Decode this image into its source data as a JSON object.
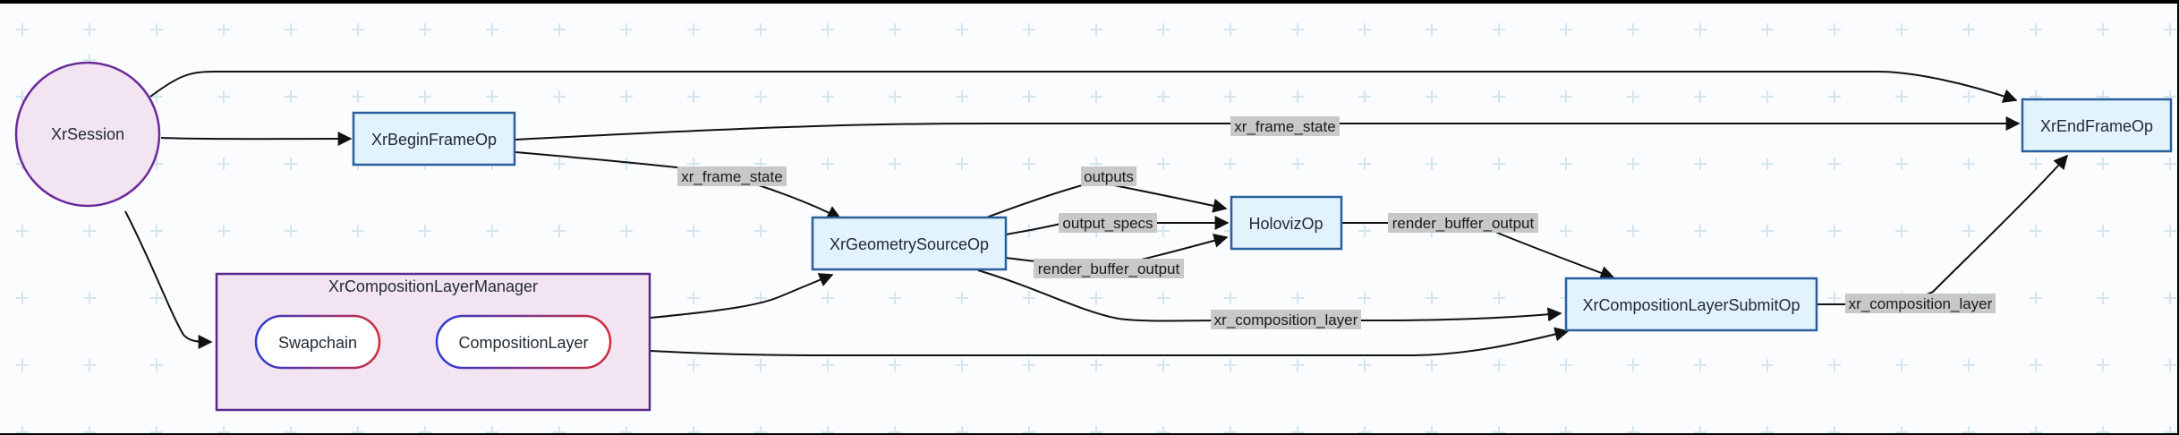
{
  "diagram": {
    "nodes": {
      "xr_session": "XrSession",
      "xr_begin_frame_op": "XrBeginFrameOp",
      "xr_end_frame_op": "XrEndFrameOp",
      "xr_geometry_source_op": "XrGeometrySourceOp",
      "holoviz_op": "HolovizOp",
      "xr_composition_layer_manager": "XrCompositionLayerManager",
      "swapchain": "Swapchain",
      "composition_layer": "CompositionLayer",
      "xr_composition_layer_submit_op": "XrCompositionLayerSubmitOp"
    },
    "edge_labels": {
      "begin_to_end": "xr_frame_state",
      "begin_to_geometry": "xr_frame_state",
      "geometry_outputs": "outputs",
      "geometry_output_specs": "output_specs",
      "geometry_render_buffer_output": "render_buffer_output",
      "holoviz_render_buffer_output": "render_buffer_output",
      "geometry_composition_layer": "xr_composition_layer",
      "submit_composition_layer": "xr_composition_layer"
    }
  },
  "colors": {
    "op_fill": "#e3f3fb",
    "op_stroke": "#2a5f9e",
    "session_fill": "#f3e4f1",
    "session_stroke": "#6a2a9a",
    "manager_fill": "#f3e4f1",
    "manager_stroke": "#5a2a8a",
    "pill_stroke_left": "#2b3bd1",
    "pill_stroke_right": "#d12b3b",
    "edge": "#111111",
    "label_bg": "#c8c8c8"
  }
}
